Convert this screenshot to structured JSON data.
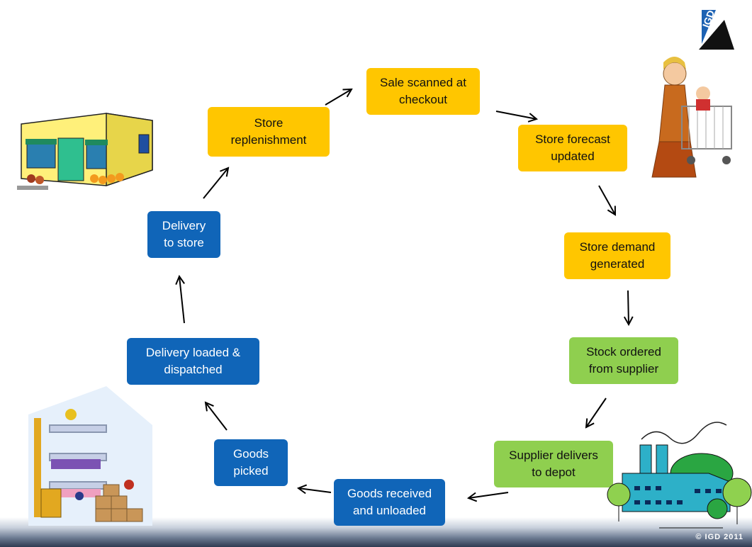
{
  "steps": [
    {
      "label": "Sale scanned at\ncheckout"
    },
    {
      "label": "Store forecast\nupdated"
    },
    {
      "label": "Store demand\ngenerated"
    },
    {
      "label": "Stock ordered\nfrom supplier"
    },
    {
      "label": "Supplier delivers\nto depot"
    },
    {
      "label": "Goods received\nand unloaded"
    },
    {
      "label": "Goods\npicked"
    },
    {
      "label": "Delivery loaded &\ndispatched"
    },
    {
      "label": "Delivery\nto store"
    },
    {
      "label": "Store\nreplenishment"
    }
  ],
  "colors": {
    "store_stage": "#ffc600",
    "supplier_stage": "#8fcf4f",
    "depot_stage": "#1065b8"
  },
  "logo": {
    "text": "IGD"
  },
  "footer": {
    "copyright": "© IGD 2011"
  },
  "illustrations": [
    "shop-front-illustration",
    "shopper-with-trolley-illustration",
    "factory-illustration",
    "warehouse-forklift-illustration"
  ]
}
